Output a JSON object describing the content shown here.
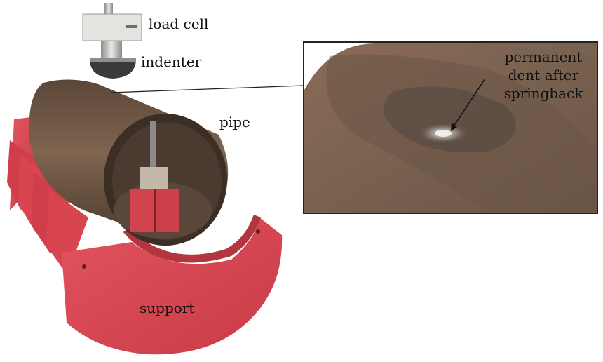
{
  "labels": {
    "load_cell": "load cell",
    "indenter": "indenter",
    "pipe": "pipe",
    "support": "support",
    "dent_line1": "permanent",
    "dent_line2": "dent after",
    "dent_line3": "springback"
  },
  "colors": {
    "support_red": "#d8454f",
    "pipe_rust": "#7a5f4a",
    "pipe_dark": "#3e3026",
    "steel": "#c9c9c9",
    "frame": "#222222"
  }
}
